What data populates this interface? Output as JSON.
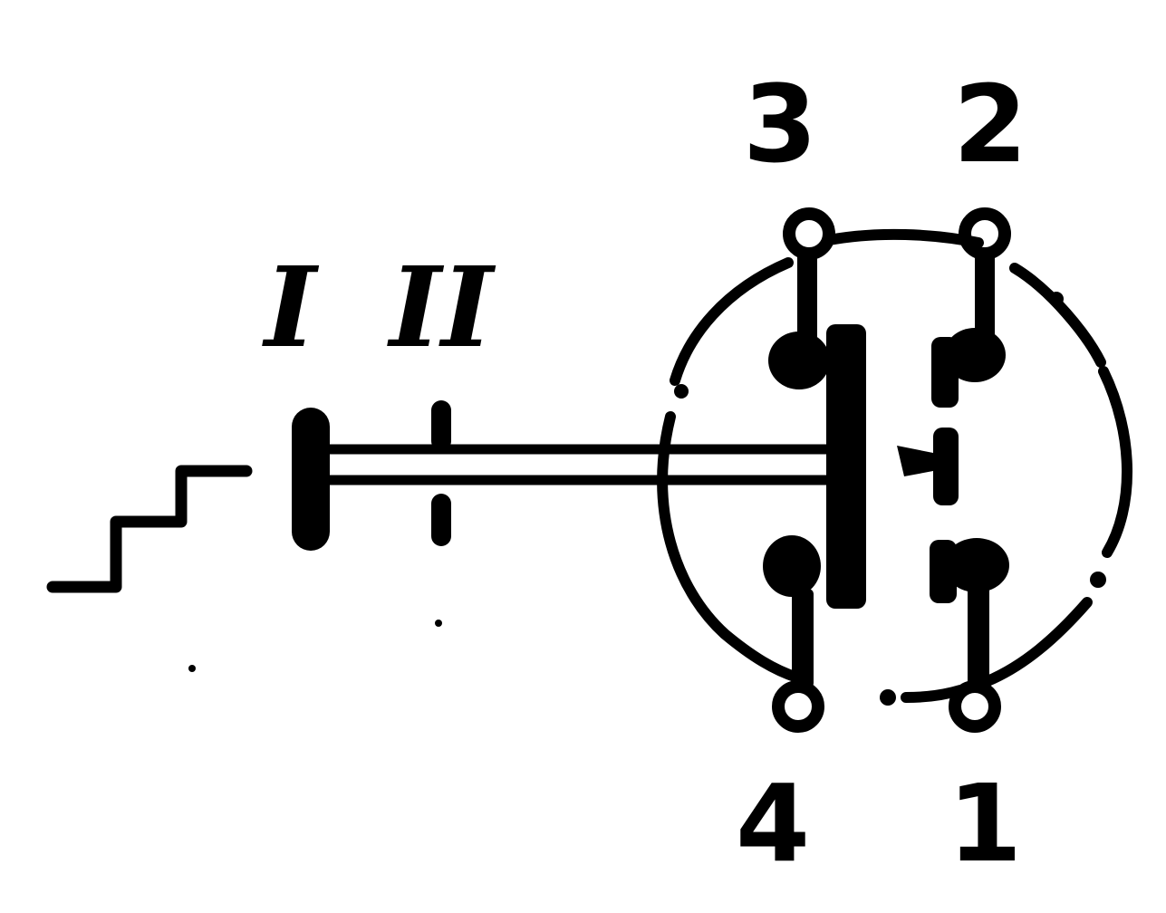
{
  "labels": {
    "terminal_3": "3",
    "terminal_2": "2",
    "terminal_4": "4",
    "terminal_1": "1",
    "stage_1": "I",
    "stage_2": "II"
  },
  "colors": {
    "ink": "#000000",
    "background": "#ffffff"
  }
}
